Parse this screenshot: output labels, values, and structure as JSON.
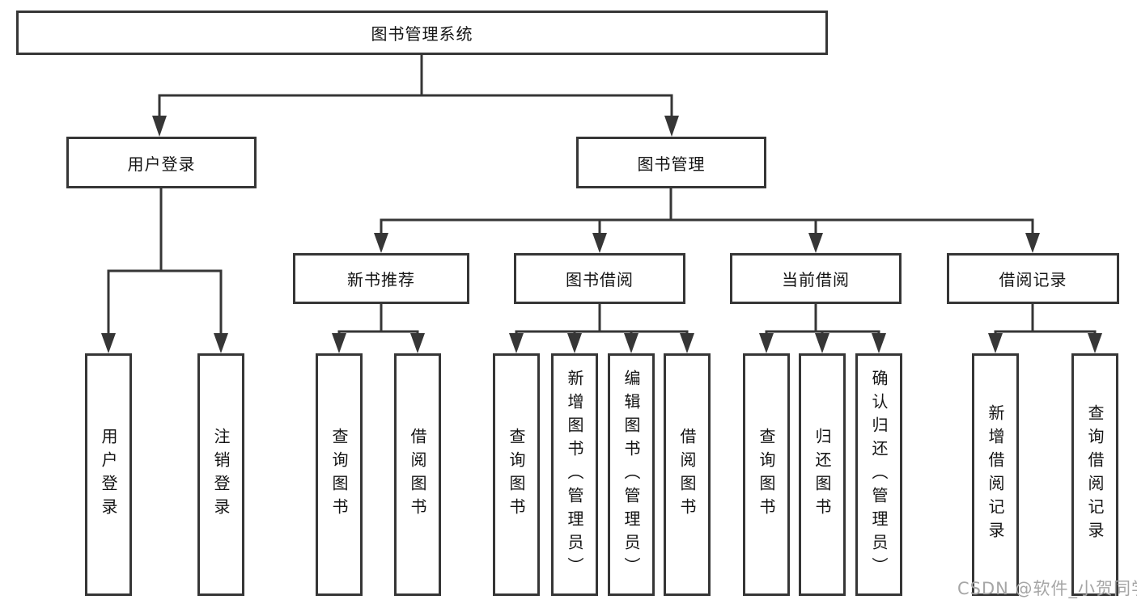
{
  "diagram": {
    "title": "图书管理系统",
    "branches": [
      {
        "label": "用户登录",
        "children": [
          {
            "label": "用户登录"
          },
          {
            "label": "注销登录"
          }
        ]
      },
      {
        "label": "图书管理",
        "children": [
          {
            "label": "新书推荐",
            "children": [
              {
                "label": "查询图书"
              },
              {
                "label": "借阅图书"
              }
            ]
          },
          {
            "label": "图书借阅",
            "children": [
              {
                "label": "查询图书"
              },
              {
                "label": "新增图书（管理员）"
              },
              {
                "label": "编辑图书（管理员）"
              },
              {
                "label": "借阅图书"
              }
            ]
          },
          {
            "label": "当前借阅",
            "children": [
              {
                "label": "查询图书"
              },
              {
                "label": "归还图书"
              },
              {
                "label": "确认归还（管理员）"
              }
            ]
          },
          {
            "label": "借阅记录",
            "children": [
              {
                "label": "新增借阅记录"
              },
              {
                "label": "查询借阅记录"
              }
            ]
          }
        ]
      }
    ]
  },
  "watermark": "CSDN @软件_小贺同学",
  "colors": {
    "line": "#363636",
    "text": "#141414",
    "watermark": "#a6a6a6",
    "background": "#ffffff"
  }
}
